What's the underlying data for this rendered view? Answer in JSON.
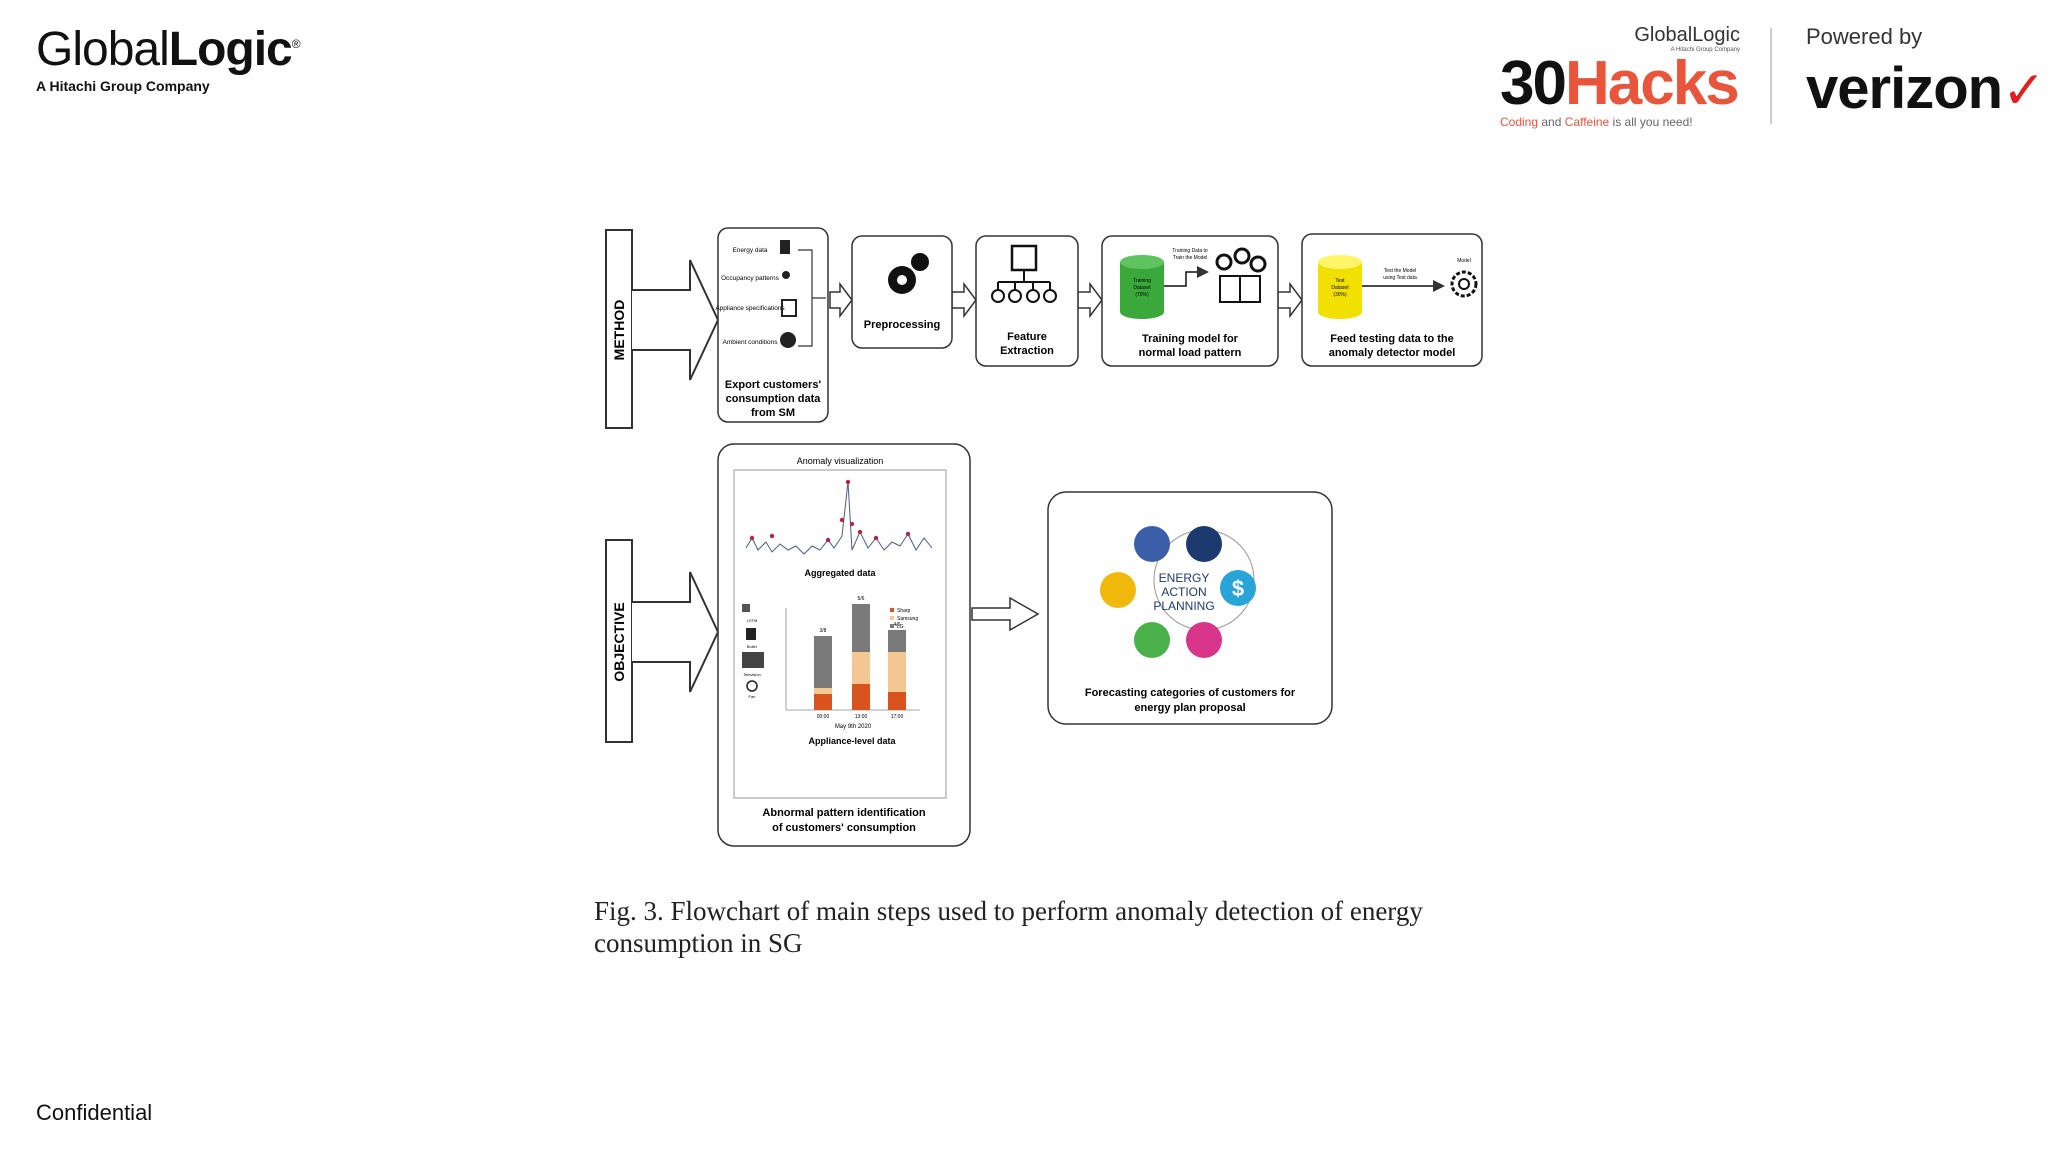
{
  "header": {
    "left_logo": {
      "brand_light": "Global",
      "brand_bold": "Logic",
      "registered": "®",
      "subtitle": "A Hitachi Group Company"
    },
    "hackathon_logo": {
      "brand": "GlobalLogic",
      "brand_sub": "A Hitachi Group Company",
      "number": "30",
      "word": "Hacks",
      "tag_1": "Coding",
      "tag_2": " and ",
      "tag_3": "Caffeine",
      "tag_4": " is all you need!"
    },
    "powered_by": "Powered by",
    "sponsor": {
      "name": "verizon",
      "check": "✓"
    }
  },
  "diagram": {
    "stage_labels": [
      "METHOD",
      "OBJECTIVE"
    ],
    "export_box": {
      "inputs": [
        "Energy data",
        "Occupancy patterns",
        "Appliance specifications",
        "Ambient conditions"
      ],
      "title": [
        "Export customers'",
        "consumption data",
        "from SM"
      ]
    },
    "steps": [
      {
        "lines": [
          "Preprocessing"
        ],
        "icon": "gears-icon"
      },
      {
        "lines": [
          "Feature",
          "Extraction"
        ],
        "icon": "feature-tree-icon"
      },
      {
        "lines": [
          "Training model for",
          "normal load pattern"
        ],
        "icon": "training-database-icon",
        "inner": [
          "Training Data to",
          "Train the Model"
        ],
        "db_label": [
          "Training",
          "Dataset",
          "(70%)"
        ]
      },
      {
        "lines": [
          "Feed testing data to the",
          "anomaly detector model"
        ],
        "icon": "testing-database-icon",
        "inner": [
          "Test the Model",
          "using Test data"
        ],
        "db_label": [
          "Test",
          "Dataset",
          "(30%)"
        ],
        "model_label": "Model"
      }
    ],
    "anomaly_panel": {
      "chart_title": "Anomaly visualization",
      "line_label": "Aggregated data",
      "bar_label": "Appliance-level data",
      "bar_date": "May 9th 2020",
      "legend": [
        "Sharp",
        "Samsung",
        "LG"
      ],
      "bar_values": [
        "3/8",
        "5/6",
        "4/6"
      ],
      "bar_ticks": [
        "00:00",
        "13:00",
        "17:00"
      ],
      "appliance_labels": [
        "LSTM",
        "Boiler",
        "Television",
        "Fan"
      ],
      "title": [
        "Abnormal pattern identification",
        "of customers' consumption"
      ]
    },
    "plan_panel": {
      "center": [
        "ENERGY",
        "ACTION",
        "PLANNING"
      ],
      "title": [
        "Forecasting categories of customers for",
        "energy plan proposal"
      ],
      "colors": {
        "blue": "#3a5fa8",
        "navy": "#1d3a6e",
        "teal": "#27a4d8",
        "pink": "#d8358a",
        "green": "#4ab04a",
        "yellow": "#f2b90d"
      }
    }
  },
  "caption": {
    "line1": "Fig. 3.  Flowchart of main steps used to perform anomaly detection of energy",
    "line2": "consumption in SG"
  },
  "footer": {
    "label": "Confidential"
  }
}
